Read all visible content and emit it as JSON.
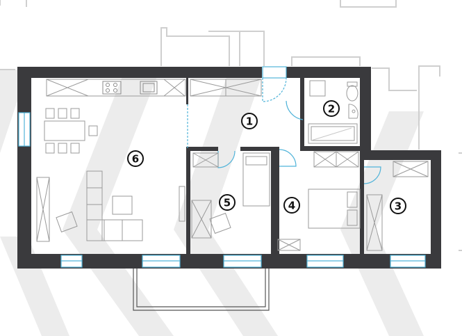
{
  "colors": {
    "wall": "#3a3a3d",
    "window": "#4fb3d9",
    "furniture": "#9a9a9a",
    "watermark": "#ececec",
    "background": "#ffffff"
  },
  "rooms": [
    {
      "number": "1"
    },
    {
      "number": "2"
    },
    {
      "number": "3"
    },
    {
      "number": "4"
    },
    {
      "number": "5"
    },
    {
      "number": "6"
    }
  ]
}
